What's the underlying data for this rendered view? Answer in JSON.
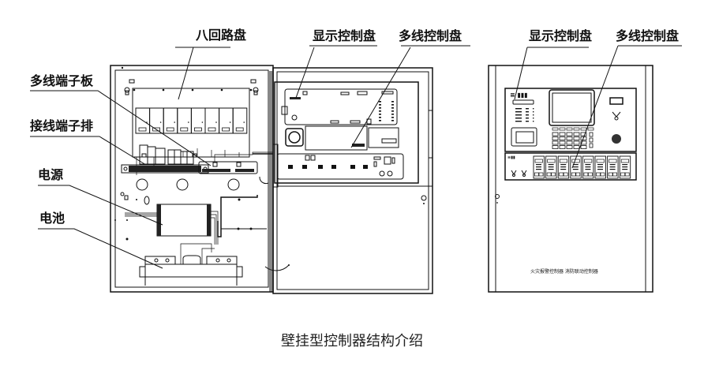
{
  "labels": {
    "left_cabinet": {
      "eight_loop_panel": "八回路盘",
      "multiline_terminal_board": "多线端子板",
      "wiring_terminal_strip": "接线端子排",
      "power_supply": "电源",
      "battery": "电池",
      "display_control_panel": "显示控制盘",
      "multiline_control_panel": "多线控制盘"
    },
    "right_cabinet": {
      "display_control_panel": "显示控制盘",
      "multiline_control_panel": "多线控制盘",
      "front_caption": "火灾报警控制器 消防联动控制器"
    }
  },
  "caption": "壁挂型控制器结构介绍",
  "multiline_module_count": 8,
  "loop_board_count": 8,
  "colors": {
    "line": "#111111",
    "background": "#ffffff"
  }
}
